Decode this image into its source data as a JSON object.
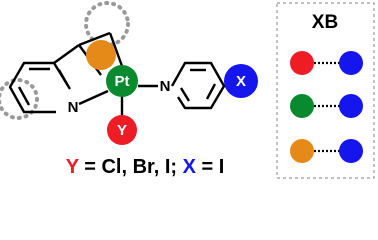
{
  "metal_label": "Pt",
  "ligand_x_label": "X",
  "ligand_y_label": "Y",
  "nitrogen_label": "N",
  "caption": {
    "y_part": "Y",
    "middle": " = Cl, Br, I; ",
    "x_part": "X",
    "end": " = I"
  },
  "legend": {
    "title": "XB"
  },
  "colors": {
    "pt": "#0a8a2e",
    "x": "#1515ee",
    "y": "#ee1c24",
    "orange": "#e58a19",
    "green": "#0a8a2e",
    "blue": "#1515ee",
    "ring_placeholder": "#9a9a9a",
    "box_border": "#9a9a9a"
  },
  "legend_pairs": [
    {
      "left": "red",
      "right": "blue"
    },
    {
      "left": "green",
      "right": "blue"
    },
    {
      "left": "orange",
      "right": "blue"
    }
  ]
}
